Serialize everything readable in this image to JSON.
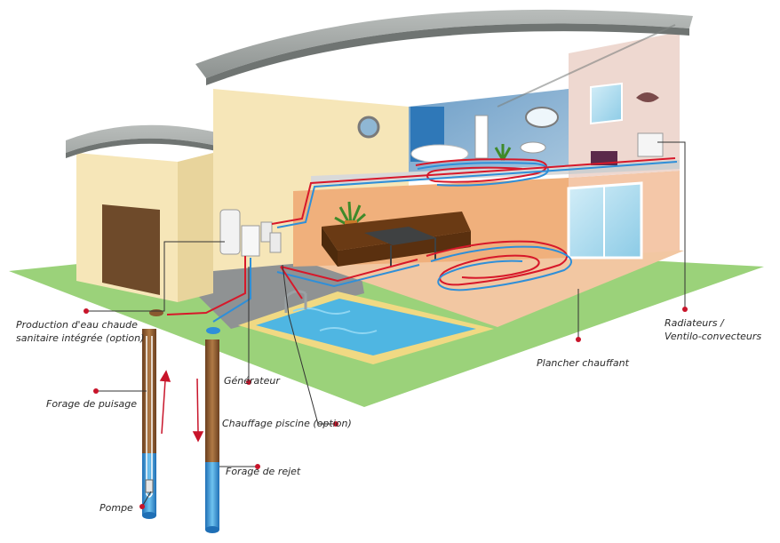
{
  "labels": {
    "production_line1": "Production d'eau chaude",
    "production_line2": "sanitaire intégrée (option)",
    "forage_puisage": "Forage de puisage",
    "pompe": "Pompe",
    "generateur": "Générateur",
    "chauffage_piscine": "Chauffage piscine (option)",
    "forage_rejet": "Forage de rejet",
    "plancher": "Plancher chauffant",
    "radiateurs_line1": "Radiateurs /",
    "radiateurs_line2": "Ventilo-convecteurs"
  },
  "colors": {
    "hot_pipe": "#d7182a",
    "cold_pipe": "#2f8fd8",
    "grass": "#9bd27a",
    "wall_light": "#f6e6b8",
    "wall_orange": "#f0b07c",
    "roof": "#a2a7a5",
    "pool_water": "#4fb6e2",
    "leader": "#333333",
    "dot": "#c8142a"
  }
}
